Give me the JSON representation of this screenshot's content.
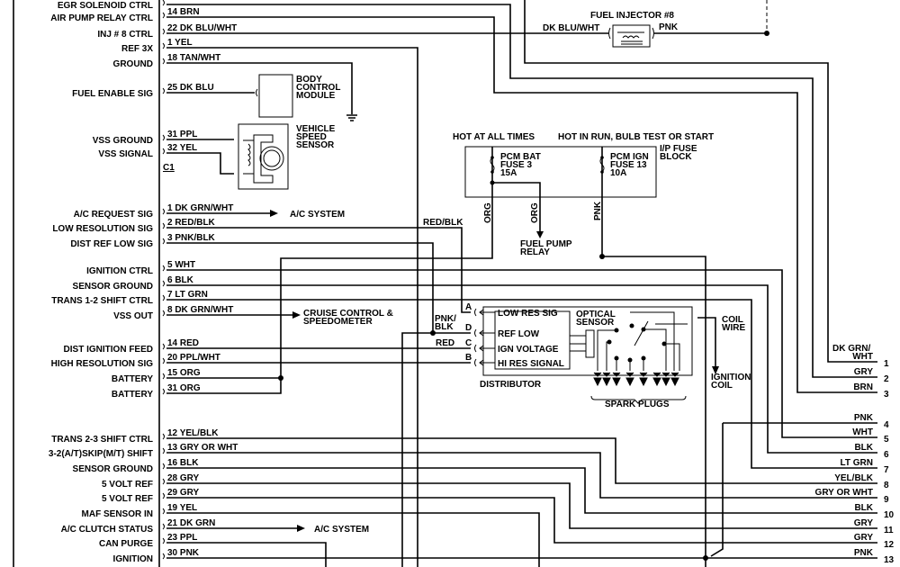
{
  "pins": [
    {
      "func": "EGR SOLENOID CTRL",
      "wire": ""
    },
    {
      "func": "AIR PUMP RELAY CTRL",
      "wire": "14  BRN"
    },
    {
      "func": "INJ # 8 CTRL",
      "wire": "22 DK BLU/WHT"
    },
    {
      "func": "REF 3X",
      "wire": "1   YEL"
    },
    {
      "func": "GROUND",
      "wire": "18  TAN/WHT"
    },
    {
      "func": "FUEL ENABLE SIG",
      "wire": "25 DK BLU"
    },
    {
      "func": "VSS GROUND",
      "wire": "31 PPL"
    },
    {
      "func": "VSS SIGNAL",
      "wire": "32 YEL"
    },
    {
      "func": "A/C REQUEST SIG",
      "wire": "1   DK GRN/WHT"
    },
    {
      "func": "LOW RESOLUTION SIG",
      "wire": "2   RED/BLK"
    },
    {
      "func": "DIST REF LOW SIG",
      "wire": "3   PNK/BLK"
    },
    {
      "func": "IGNITION CTRL",
      "wire": "5   WHT"
    },
    {
      "func": "SENSOR GROUND",
      "wire": "6   BLK"
    },
    {
      "func": "TRANS 1-2 SHIFT CTRL",
      "wire": "7   LT GRN"
    },
    {
      "func": "VSS OUT",
      "wire": "8   DK GRN/WHT"
    },
    {
      "func": "DIST IGNITION FEED",
      "wire": "14 RED"
    },
    {
      "func": "HIGH RESOLUTION SIG",
      "wire": "20 PPL/WHT"
    },
    {
      "func": "BATTERY",
      "wire": "15 ORG"
    },
    {
      "func": "BATTERY",
      "wire": "31 ORG"
    },
    {
      "func": "TRANS 2-3 SHIFT CTRL",
      "wire": "12  YEL/BLK"
    },
    {
      "func": "3-2(A/T)SKIP(M/T) SHIFT",
      "wire": "13  GRY OR WHT"
    },
    {
      "func": "SENSOR GROUND",
      "wire": "16  BLK"
    },
    {
      "func": "5 VOLT REF",
      "wire": "28 GRY"
    },
    {
      "func": "5 VOLT REF",
      "wire": "29 GRY"
    },
    {
      "func": "MAF SENSOR IN",
      "wire": "19  YEL"
    },
    {
      "func": "A/C CLUTCH STATUS",
      "wire": "21  DK GRN"
    },
    {
      "func": "CAN PURGE",
      "wire": "23 PPL"
    },
    {
      "func": "IGNITION",
      "wire": "30 PNK"
    }
  ],
  "connector_label": "C1",
  "right_pins": [
    {
      "wire": "DK GRN/ WHT",
      "num": "1"
    },
    {
      "wire": "GRY",
      "num": "2"
    },
    {
      "wire": "BRN",
      "num": "3"
    },
    {
      "wire": "PNK",
      "num": "4"
    },
    {
      "wire": "WHT",
      "num": "5"
    },
    {
      "wire": "BLK",
      "num": "6"
    },
    {
      "wire": "LT GRN",
      "num": "7"
    },
    {
      "wire": "YEL/BLK",
      "num": "8"
    },
    {
      "wire": "GRY OR WHT",
      "num": "9"
    },
    {
      "wire": "BLK",
      "num": "10"
    },
    {
      "wire": "GRY",
      "num": "11"
    },
    {
      "wire": "GRY",
      "num": "12"
    },
    {
      "wire": "PNK",
      "num": "13"
    }
  ],
  "components": {
    "bcm": "BODY CONTROL MODULE",
    "vss": "VEHICLE SPEED SENSOR",
    "injector": "FUEL INJECTOR #8",
    "injector_in": "DK BLU/WHT",
    "injector_out": "PNK",
    "hot_all": "HOT AT ALL TIMES",
    "hot_run": "HOT IN RUN, BULB TEST OR START",
    "fuse_block": "I/P FUSE BLOCK",
    "fuse3": [
      "PCM BAT",
      "FUSE 3",
      "15A"
    ],
    "fuse13": [
      "PCM IGN",
      "FUSE 13",
      "10A"
    ],
    "org1": "ORG",
    "org2": "ORG",
    "pnk": "PNK",
    "fuel_pump": "FUEL PUMP RELAY",
    "red_blk": "RED/BLK",
    "pnk_blk": "PNK/ BLK",
    "red": "RED",
    "ac_system_1": "A/C SYSTEM",
    "ac_system_2": "A/C SYSTEM",
    "cruise": "CRUISE CONTROL & SPEEDOMETER",
    "dist_pins": [
      "A",
      "D",
      "C",
      "B"
    ],
    "dist_signals": [
      "LOW RES SIG",
      "REF LOW",
      "IGN VOLTAGE",
      "HI RES SIGNAL"
    ],
    "optical": "OPTICAL SENSOR",
    "distributor": "DISTRIBUTOR",
    "spark_plugs": "SPARK PLUGS",
    "coil_wire": "COIL WIRE",
    "ignition_coil": "IGNITION COIL"
  }
}
